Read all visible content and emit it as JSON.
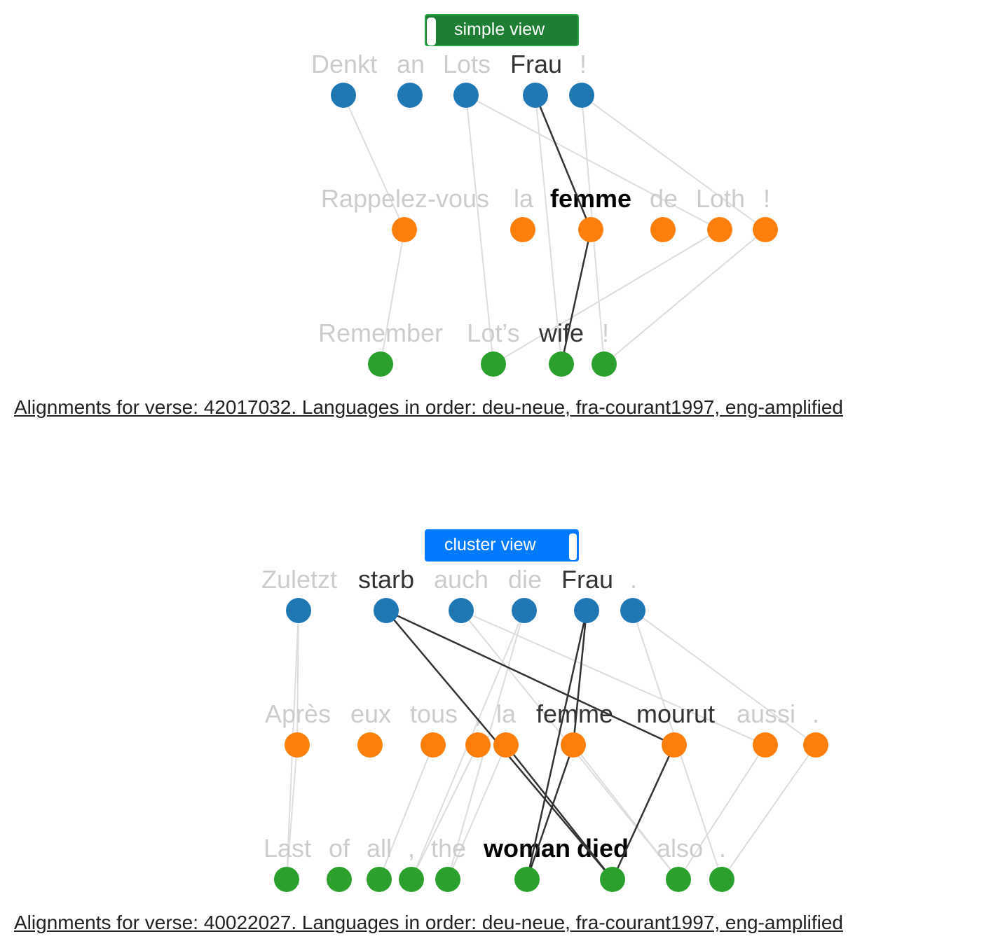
{
  "colors": {
    "row1": "#1f77b4",
    "row2": "#ff7f0e",
    "row3": "#2ca02c",
    "edge": "#dddddd",
    "edge_highlight": "#333333",
    "word_dim": "#cccccc",
    "word_mid": "#333333",
    "word_bold": "#000000"
  },
  "panels": [
    {
      "toggle": {
        "label": "simple view",
        "style": "green"
      },
      "caption": "Alignments for verse: 42017032. Languages in order: deu-neue, fra-courant1997, eng-amplified",
      "rows": [
        {
          "tokens": [
            {
              "text": "Denkt",
              "state": "dim"
            },
            {
              "text": "an",
              "state": "dim"
            },
            {
              "text": "Lots",
              "state": "dim"
            },
            {
              "text": "Frau",
              "state": "mid"
            },
            {
              "text": "!",
              "state": "dim"
            }
          ]
        },
        {
          "tokens": [
            {
              "text": "Rappelez-vous",
              "state": "dim"
            },
            {
              "text": "la",
              "state": "dim"
            },
            {
              "text": "femme",
              "state": "bold"
            },
            {
              "text": "de",
              "state": "dim"
            },
            {
              "text": "Loth",
              "state": "dim"
            },
            {
              "text": "!",
              "state": "dim"
            }
          ]
        },
        {
          "tokens": [
            {
              "text": "Remember",
              "state": "dim"
            },
            {
              "text": "Lot’s",
              "state": "dim"
            },
            {
              "text": "wife",
              "state": "mid"
            },
            {
              "text": "!",
              "state": "dim"
            }
          ]
        }
      ],
      "links": [
        {
          "from": [
            0,
            0
          ],
          "to": [
            1,
            0
          ]
        },
        {
          "from": [
            0,
            2
          ],
          "to": [
            1,
            4
          ]
        },
        {
          "from": [
            0,
            4
          ],
          "to": [
            1,
            5
          ]
        },
        {
          "from": [
            0,
            3
          ],
          "to": [
            1,
            2
          ],
          "highlight": true
        },
        {
          "from": [
            0,
            2
          ],
          "to": [
            2,
            1
          ]
        },
        {
          "from": [
            0,
            3
          ],
          "to": [
            2,
            2
          ]
        },
        {
          "from": [
            0,
            4
          ],
          "to": [
            2,
            3
          ]
        },
        {
          "from": [
            1,
            0
          ],
          "to": [
            2,
            0
          ]
        },
        {
          "from": [
            1,
            4
          ],
          "to": [
            2,
            1
          ]
        },
        {
          "from": [
            1,
            5
          ],
          "to": [
            2,
            3
          ]
        },
        {
          "from": [
            1,
            2
          ],
          "to": [
            2,
            2
          ],
          "highlight": true
        }
      ]
    },
    {
      "toggle": {
        "label": "cluster view",
        "style": "blue"
      },
      "caption": "Alignments for verse: 40022027. Languages in order: deu-neue, fra-courant1997, eng-amplified",
      "rows": [
        {
          "tokens": [
            {
              "text": "Zuletzt",
              "state": "dim"
            },
            {
              "text": "starb",
              "state": "mid"
            },
            {
              "text": "auch",
              "state": "dim"
            },
            {
              "text": "die",
              "state": "dim"
            },
            {
              "text": "Frau",
              "state": "mid"
            },
            {
              "text": ".",
              "state": "dim"
            }
          ]
        },
        {
          "tokens": [
            {
              "text": "Après",
              "state": "dim"
            },
            {
              "text": "eux",
              "state": "dim"
            },
            {
              "text": "tous",
              "state": "dim"
            },
            {
              "text": ",",
              "state": "dim"
            },
            {
              "text": "la",
              "state": "dim"
            },
            {
              "text": "femme",
              "state": "mid"
            },
            {
              "text": "mourut",
              "state": "mid"
            },
            {
              "text": "aussi",
              "state": "dim"
            },
            {
              "text": ".",
              "state": "dim"
            }
          ]
        },
        {
          "tokens": [
            {
              "text": "Last",
              "state": "dim"
            },
            {
              "text": "of",
              "state": "dim"
            },
            {
              "text": "all",
              "state": "dim"
            },
            {
              "text": ",",
              "state": "dim"
            },
            {
              "text": "the",
              "state": "dim"
            },
            {
              "text": "woman",
              "state": "bold"
            },
            {
              "text": "died",
              "state": "bold"
            },
            {
              "text": "also",
              "state": "dim"
            },
            {
              "text": ".",
              "state": "dim"
            }
          ]
        }
      ],
      "links": [
        {
          "from": [
            0,
            0
          ],
          "to": [
            1,
            0
          ]
        },
        {
          "from": [
            0,
            2
          ],
          "to": [
            1,
            7
          ]
        },
        {
          "from": [
            0,
            5
          ],
          "to": [
            1,
            8
          ]
        },
        {
          "from": [
            0,
            1
          ],
          "to": [
            1,
            6
          ],
          "highlight": true
        },
        {
          "from": [
            0,
            4
          ],
          "to": [
            1,
            5
          ],
          "highlight": true
        },
        {
          "from": [
            0,
            0
          ],
          "to": [
            2,
            0
          ]
        },
        {
          "from": [
            0,
            3
          ],
          "to": [
            2,
            3
          ]
        },
        {
          "from": [
            0,
            3
          ],
          "to": [
            2,
            4
          ]
        },
        {
          "from": [
            0,
            2
          ],
          "to": [
            2,
            7
          ]
        },
        {
          "from": [
            0,
            5
          ],
          "to": [
            2,
            8
          ]
        },
        {
          "from": [
            0,
            1
          ],
          "to": [
            2,
            6
          ],
          "highlight": true
        },
        {
          "from": [
            0,
            4
          ],
          "to": [
            2,
            5
          ],
          "highlight": true
        },
        {
          "from": [
            1,
            0
          ],
          "to": [
            2,
            0
          ]
        },
        {
          "from": [
            1,
            2
          ],
          "to": [
            2,
            2
          ]
        },
        {
          "from": [
            1,
            3
          ],
          "to": [
            2,
            3
          ]
        },
        {
          "from": [
            1,
            4
          ],
          "to": [
            2,
            4
          ]
        },
        {
          "from": [
            1,
            5
          ],
          "to": [
            2,
            7
          ]
        },
        {
          "from": [
            1,
            7
          ],
          "to": [
            2,
            7
          ]
        },
        {
          "from": [
            1,
            8
          ],
          "to": [
            2,
            8
          ]
        },
        {
          "from": [
            1,
            5
          ],
          "to": [
            2,
            5
          ],
          "highlight": true
        },
        {
          "from": [
            1,
            4
          ],
          "to": [
            2,
            6
          ],
          "highlight": true
        },
        {
          "from": [
            1,
            6
          ],
          "to": [
            2,
            6
          ],
          "highlight": true
        }
      ]
    }
  ]
}
